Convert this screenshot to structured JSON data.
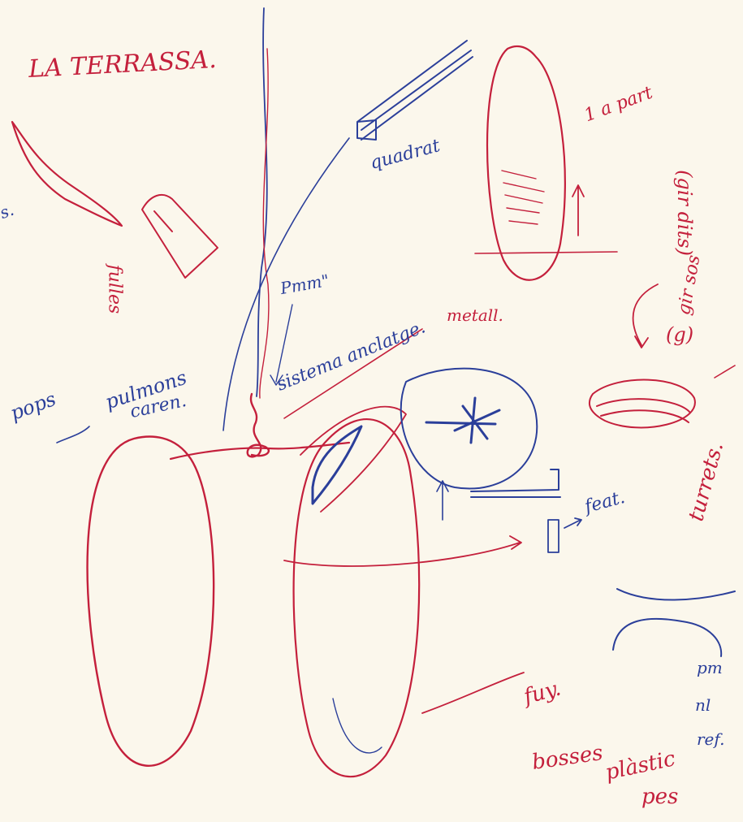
{
  "colors": {
    "paper": "#fbf7ec",
    "red_ink": "#c4203c",
    "blue_ink": "#2b3f9a"
  },
  "notes": {
    "title": "LA TERRASSA.",
    "quadrat": "quadrat",
    "one_part": "1 a part",
    "fulles": "fulles",
    "s_fragment": "s.",
    "gir_dits": "(gir dits)",
    "gir_sos": "gir sos",
    "gir_circle": "(g)",
    "pmm": "Pmm\"",
    "metall": "metall.",
    "sistema_anclatge": "sistema anclatge.",
    "pulmons": "pulmons",
    "caren": "caren.",
    "pops": "pops",
    "feat": "feat.",
    "turrets": "turrets.",
    "fuy": "fuy.",
    "pm": "pm",
    "nl": "nl",
    "ref": "ref.",
    "bosses": "bosses",
    "plastic": "plàstic",
    "pes": "pes"
  }
}
